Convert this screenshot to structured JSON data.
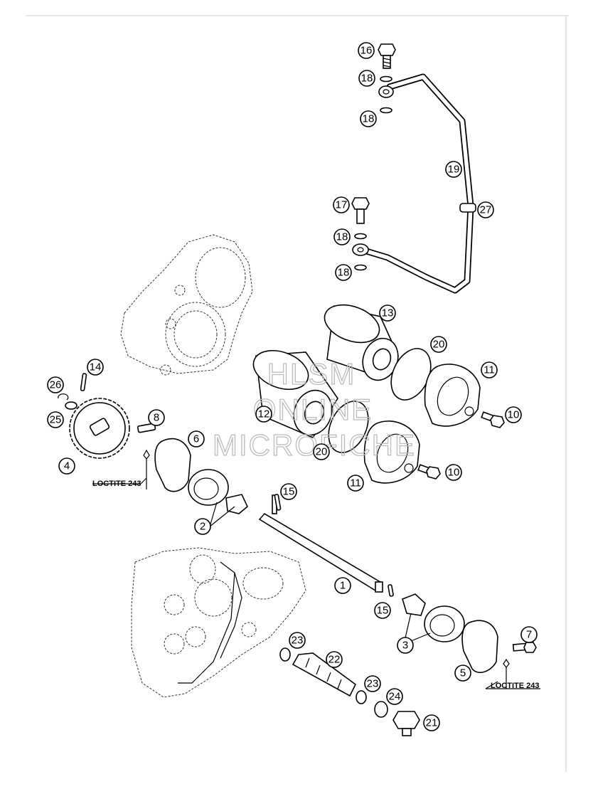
{
  "callouts": [
    "1",
    "2",
    "3",
    "4",
    "5",
    "6",
    "7",
    "8",
    "10",
    "10",
    "11",
    "11",
    "12",
    "13",
    "14",
    "15",
    "15",
    "16",
    "17",
    "18",
    "18",
    "18",
    "18",
    "19",
    "20",
    "20",
    "21",
    "22",
    "23",
    "23",
    "24",
    "25",
    "26",
    "27"
  ],
  "loctite_labels": [
    "LOCTITE 243",
    "LOCTITE 243"
  ],
  "watermark": [
    "HLSM",
    "ONLINE",
    "MICROFICHE"
  ]
}
